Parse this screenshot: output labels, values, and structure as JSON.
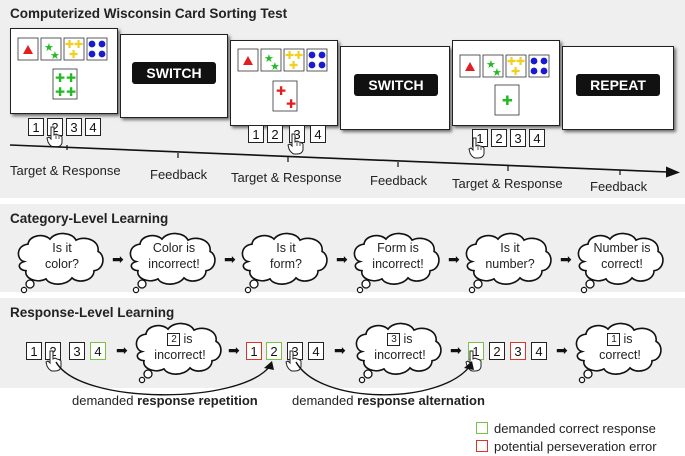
{
  "panel1": {
    "title": "Computerized Wisconsin Card Sorting Test",
    "feedback": [
      "SWITCH",
      "SWITCH",
      "REPEAT"
    ],
    "keys": [
      "1",
      "2",
      "3",
      "4"
    ],
    "timeline_labels": [
      "Target & Response",
      "Feedback",
      "Target & Response",
      "Feedback",
      "Target & Response",
      "Feedback"
    ]
  },
  "panel2": {
    "title": "Category-Level Learning",
    "thoughts": [
      [
        "Is it",
        "color?"
      ],
      [
        "Color is",
        "incorrect!"
      ],
      [
        "Is it",
        "form?"
      ],
      [
        "Form is",
        "incorrect!"
      ],
      [
        "Is it",
        "number?"
      ],
      [
        "Number is",
        "correct!"
      ]
    ]
  },
  "panel3": {
    "title": "Response-Level Learning",
    "keys": [
      "1",
      "2",
      "3",
      "4"
    ],
    "thoughts": [
      {
        "key": "2",
        "line1": "is",
        "line2": "incorrect!"
      },
      {
        "key": "3",
        "line1": "is",
        "line2": "incorrect!"
      },
      {
        "key": "1",
        "line1": "is",
        "line2": "correct!"
      }
    ],
    "captions": [
      {
        "prefix": "demanded ",
        "bold": "response repetition"
      },
      {
        "prefix": "demanded ",
        "bold": "response alternation"
      }
    ]
  },
  "legend": {
    "items": [
      {
        "label": "demanded correct response",
        "color": "#7ac143"
      },
      {
        "label": "potential perseveration error",
        "color": "#d9352b"
      }
    ]
  },
  "colors": {
    "red": "#e02020",
    "green": "#22bb22",
    "yellow": "#f0d020",
    "blue": "#1a1ad0"
  }
}
